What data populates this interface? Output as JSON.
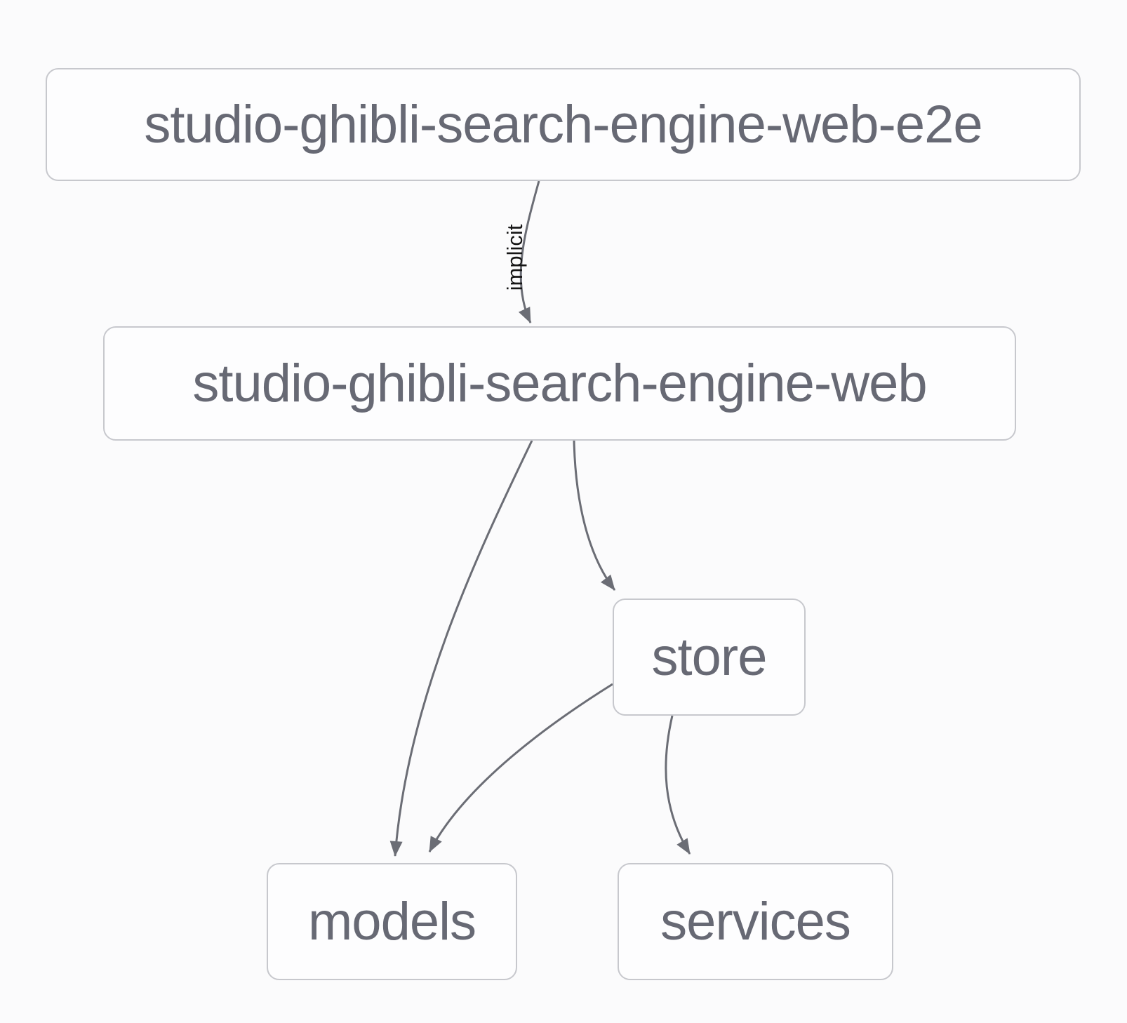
{
  "diagram": {
    "kind": "project-dependency-graph",
    "nodes": [
      {
        "id": "studio-ghibli-search-engine-web-e2e",
        "label": "studio-ghibli-search-engine-web-e2e"
      },
      {
        "id": "studio-ghibli-search-engine-web",
        "label": "studio-ghibli-search-engine-web"
      },
      {
        "id": "store",
        "label": "store"
      },
      {
        "id": "models",
        "label": "models"
      },
      {
        "id": "services",
        "label": "services"
      }
    ],
    "edges": [
      {
        "from": "studio-ghibli-search-engine-web-e2e",
        "to": "studio-ghibli-search-engine-web",
        "label": "implicit"
      },
      {
        "from": "studio-ghibli-search-engine-web",
        "to": "models",
        "label": ""
      },
      {
        "from": "studio-ghibli-search-engine-web",
        "to": "store",
        "label": ""
      },
      {
        "from": "store",
        "to": "models",
        "label": ""
      },
      {
        "from": "store",
        "to": "services",
        "label": ""
      }
    ],
    "colors": {
      "background": "#fbfbfc",
      "node_fill": "#fdfdfe",
      "node_border": "#c7c8cd",
      "node_text": "#676974",
      "edge_stroke": "#6b6d75",
      "edge_label_text": "#151515"
    }
  }
}
